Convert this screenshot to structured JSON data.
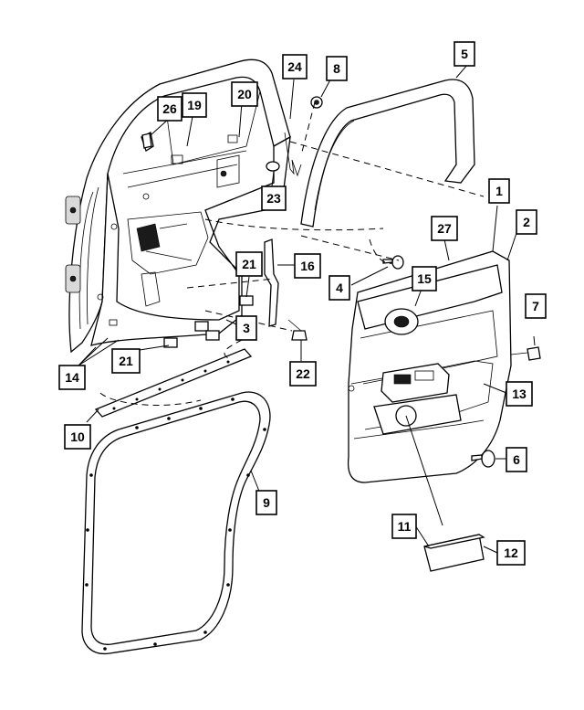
{
  "callouts": [
    {
      "id": "c1",
      "label": "1"
    },
    {
      "id": "c2",
      "label": "2"
    },
    {
      "id": "c3",
      "label": "3"
    },
    {
      "id": "c4",
      "label": "4"
    },
    {
      "id": "c5",
      "label": "5"
    },
    {
      "id": "c6",
      "label": "6"
    },
    {
      "id": "c7",
      "label": "7"
    },
    {
      "id": "c8",
      "label": "8"
    },
    {
      "id": "c9",
      "label": "9"
    },
    {
      "id": "c10",
      "label": "10"
    },
    {
      "id": "c11",
      "label": "11"
    },
    {
      "id": "c12",
      "label": "12"
    },
    {
      "id": "c13",
      "label": "13"
    },
    {
      "id": "c14",
      "label": "14"
    },
    {
      "id": "c15",
      "label": "15"
    },
    {
      "id": "c16",
      "label": "16"
    },
    {
      "id": "c19",
      "label": "19"
    },
    {
      "id": "c20",
      "label": "20"
    },
    {
      "id": "c21a",
      "label": "21"
    },
    {
      "id": "c21b",
      "label": "21"
    },
    {
      "id": "c22",
      "label": "22"
    },
    {
      "id": "c23",
      "label": "23"
    },
    {
      "id": "c24",
      "label": "24"
    },
    {
      "id": "c26",
      "label": "26"
    },
    {
      "id": "c27",
      "label": "27"
    }
  ]
}
